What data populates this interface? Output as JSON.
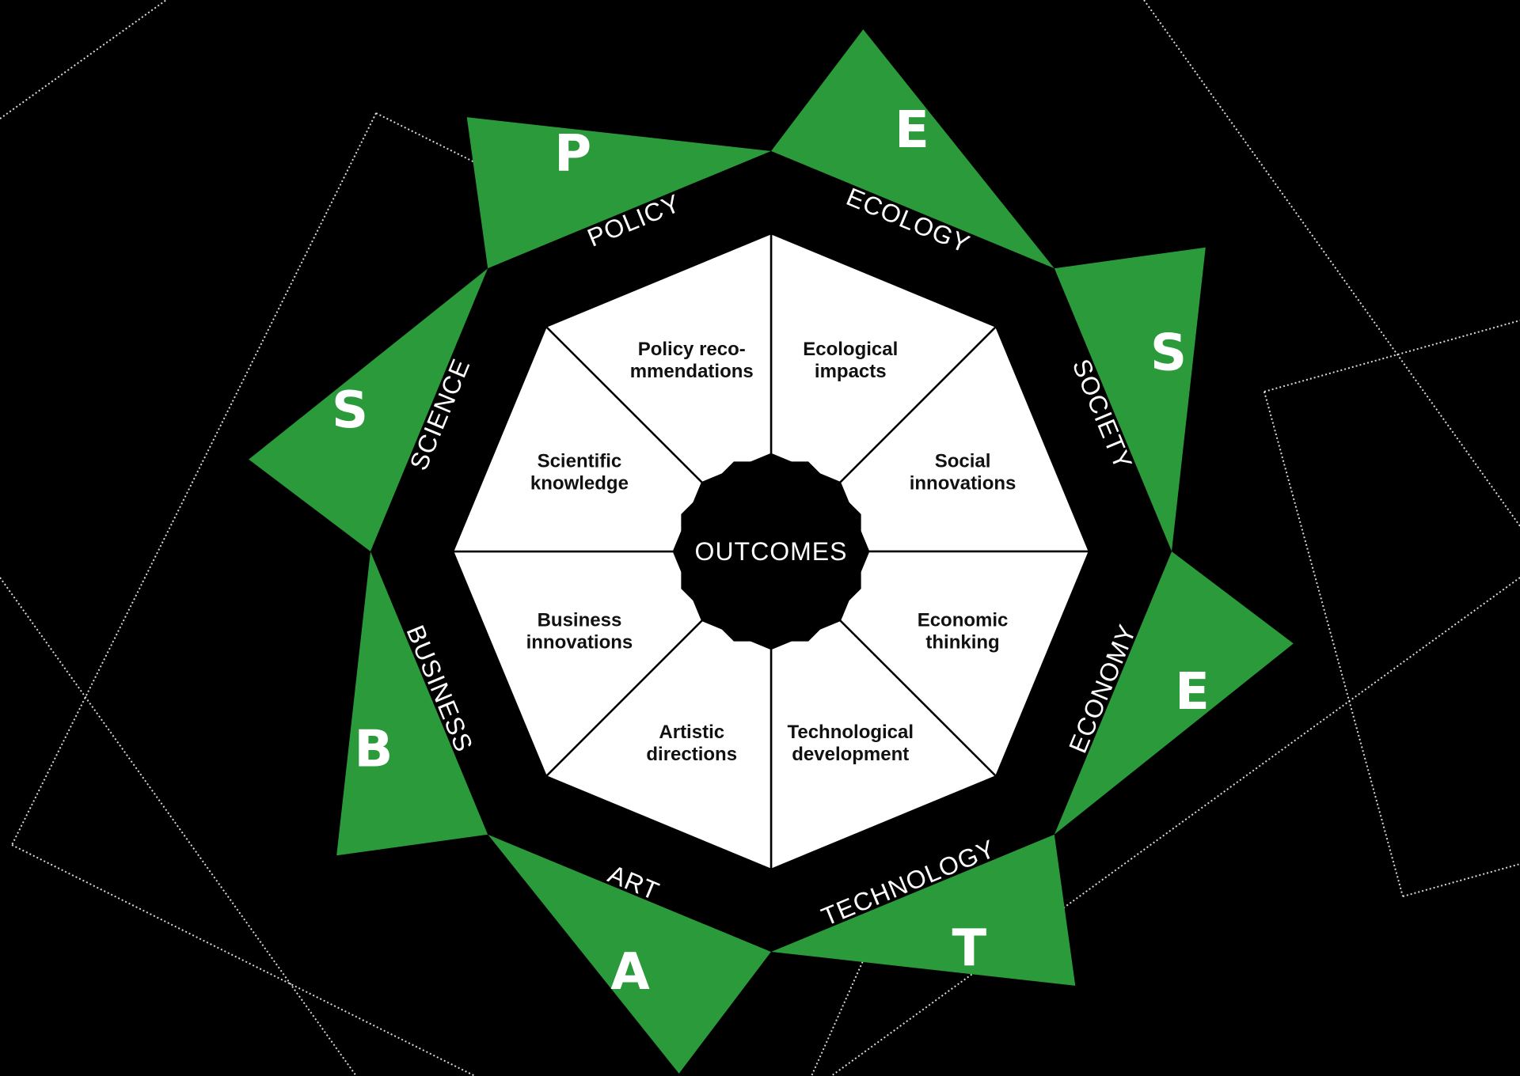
{
  "colors": {
    "background": "#000000",
    "accent_green": "#2a9a3a",
    "segment_fill": "#ffffff",
    "text_dark": "#111111",
    "text_light": "#ffffff"
  },
  "center_label": "OUTCOMES",
  "sectors": [
    {
      "letter": "E",
      "domain": "ECOLOGY",
      "outcome": [
        "Ecological",
        "impacts"
      ]
    },
    {
      "letter": "S",
      "domain": "SOCIETY",
      "outcome": [
        "Social",
        "innovations"
      ]
    },
    {
      "letter": "E",
      "domain": "ECONOMY",
      "outcome": [
        "Economic",
        "thinking"
      ]
    },
    {
      "letter": "T",
      "domain": "TECHNOLOGY",
      "outcome": [
        "Technological",
        "development"
      ]
    },
    {
      "letter": "A",
      "domain": "ART",
      "outcome": [
        "Artistic",
        "directions"
      ]
    },
    {
      "letter": "B",
      "domain": "BUSINESS",
      "outcome": [
        "Business",
        "innovations"
      ]
    },
    {
      "letter": "S",
      "domain": "SCIENCE",
      "outcome": [
        "Scientific",
        "knowledge"
      ]
    },
    {
      "letter": "P",
      "domain": "POLICY",
      "outcome": [
        "Policy reco-",
        "mmendations"
      ]
    }
  ]
}
